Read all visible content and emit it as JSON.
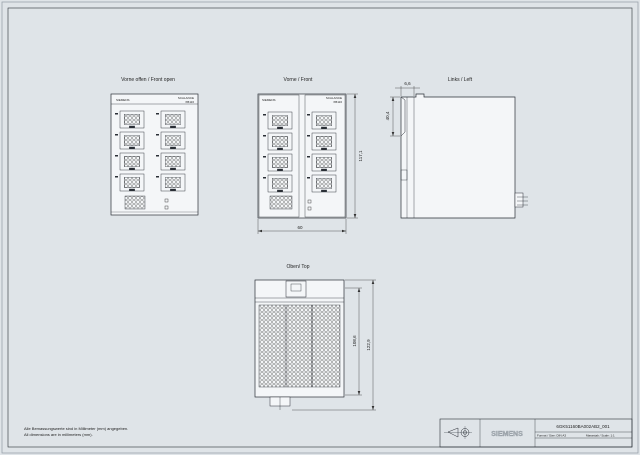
{
  "views": {
    "front_open": {
      "title": "Vorne offen / Front open"
    },
    "front": {
      "title": "Vorne / Front"
    },
    "left": {
      "title": "Links / Left"
    },
    "top": {
      "title": "Oben/ Top"
    }
  },
  "device": {
    "brand": "SIEMENS",
    "product": "SCALANCE",
    "model": "XB116"
  },
  "dimensions": {
    "width": "60",
    "height": "117,1",
    "left_offset": "6,6",
    "left_height": "40,4",
    "top_depth_inner": "108,6",
    "top_depth_outer": "122,9"
  },
  "notes": {
    "line1": "Alle Bemassungswerte sind in Millimeter (mm) angegeben.",
    "line2": "All dimensions are in millimeters (mm)."
  },
  "title_block": {
    "company": "SIEMENS",
    "drawing_number": "6GK51160BA002AB2_001",
    "format_label": "Format / Size: DIN A3",
    "scale_label": "Massstab / Scale: 1:1"
  },
  "colors": {
    "background": "#dfe4e8",
    "line": "#2a2f36"
  }
}
